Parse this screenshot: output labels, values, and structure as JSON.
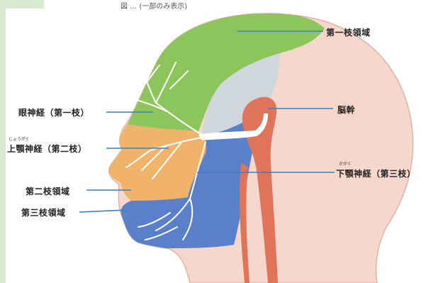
{
  "colors": {
    "page_strip": "#d7ead0",
    "skin": "#f6d7cb",
    "skin_edge": "#e3b3a1",
    "ophthalmic_region": "#8cc55c",
    "maxillary_region": "#f0b36a",
    "mandibular_region": "#5a80c9",
    "brainstem_region": "#cfd6dc",
    "brainstem": "#e0745b",
    "nerve": "#ffffff",
    "leader_line": "#3a7fc1"
  },
  "caption_partial": "図 … (一部のみ表示)",
  "labels": {
    "ophthalmic_area": "第一枝領域",
    "ophthalmic_nerve": "眼神経（第一枝）",
    "brainstem": "脳幹",
    "maxillary_ruby": "じょうがく",
    "maxillary_nerve": "上顎神経（第二枝）",
    "mandibular_ruby": "かがく",
    "mandibular_nerve": "下顎神経（第三枝）",
    "maxillary_area": "第二枝領域",
    "mandibular_area": "第三枝領域"
  }
}
